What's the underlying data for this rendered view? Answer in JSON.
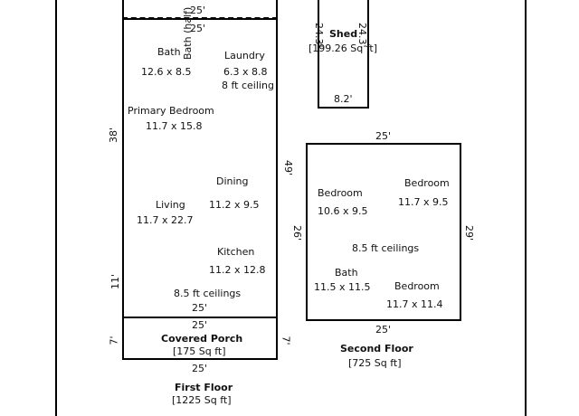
{
  "first_floor": {
    "top_strip": {
      "width": "25'"
    },
    "top_width": "25'",
    "left_upper": "38'",
    "right_height": "49'",
    "left_lower": "11'",
    "bottom_width": "25'",
    "rooms": {
      "bath": {
        "name": "Bath",
        "dims": "12.6 x 8.5"
      },
      "bath_half": {
        "name": "Bath (half)"
      },
      "laundry": {
        "name": "Laundry",
        "dims": "6.3 x 8.8",
        "note": "8 ft ceiling"
      },
      "primary_bedroom": {
        "name": "Primary Bedroom",
        "dims": "11.7 x 15.8"
      },
      "dining": {
        "name": "Dining",
        "dims": "11.2 x 9.5"
      },
      "living": {
        "name": "Living",
        "dims": "11.7 x 22.7"
      },
      "kitchen": {
        "name": "Kitchen",
        "dims": "11.2 x 12.8"
      }
    },
    "ceilings": "8.5 ft ceilings",
    "label": "First Floor",
    "area": "[1225 Sq ft]"
  },
  "porch": {
    "top_width": "25'",
    "left_height": "7'",
    "right_height": "7'",
    "bottom_width": "25'",
    "label": "Covered Porch",
    "area": "[175 Sq ft]"
  },
  "shed": {
    "dim_left": "24.3'",
    "dim_right": "24.3'",
    "label": "Shed",
    "area": "[199.26 Sq ft]",
    "bottom_width": "8.2'"
  },
  "second_floor": {
    "top_width": "25'",
    "left_height": "26'",
    "right_height": "29'",
    "bottom_width": "25'",
    "rooms": {
      "bedroom_1": {
        "name": "Bedroom",
        "dims": "10.6 x 9.5"
      },
      "bedroom_2": {
        "name": "Bedroom",
        "dims": "11.7 x 9.5"
      },
      "bath": {
        "name": "Bath",
        "dims": "11.5 x 11.5"
      },
      "bedroom_3": {
        "name": "Bedroom",
        "dims": "11.7 x 11.4"
      }
    },
    "ceilings": "8.5 ft ceilings",
    "label": "Second Floor",
    "area": "[725 Sq ft]"
  }
}
